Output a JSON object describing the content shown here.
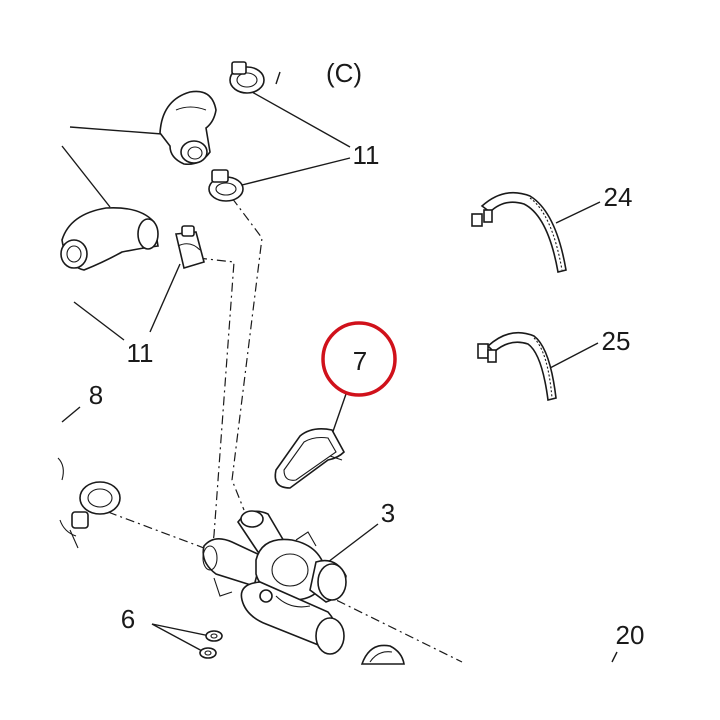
{
  "labels": {
    "view": "(C)",
    "clamp_top": "11",
    "clamp_left": "11",
    "part_8": "8",
    "part_7": "7",
    "part_24": "24",
    "part_25": "25",
    "part_3": "3",
    "part_6": "6",
    "part_20": "20"
  },
  "colors": {
    "line": "#1a1a1a",
    "highlight_circle": "#d0111b",
    "background": "#ffffff"
  }
}
